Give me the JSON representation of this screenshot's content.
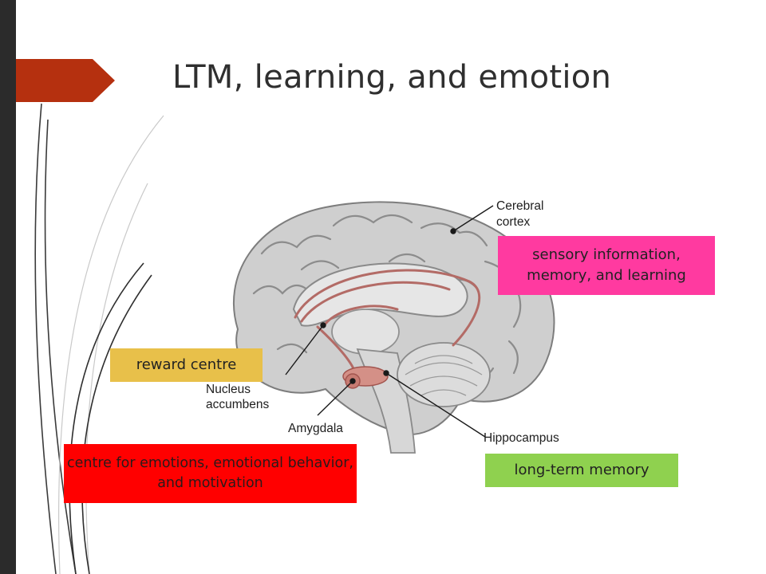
{
  "slide": {
    "title": "LTM, learning, and emotion",
    "accent_color": "#b5300f"
  },
  "diagram": {
    "labels": {
      "cerebral_cortex": [
        "Cerebral",
        "cortex"
      ],
      "nucleus_accumbens": [
        "Nucleus",
        "accumbens"
      ],
      "amygdala": "Amygdala",
      "hippocampus": "Hippocampus"
    },
    "callouts": {
      "reward": {
        "text": "reward centre",
        "color": "#e8c04a"
      },
      "sensory": {
        "text": "sensory information, memory, and learning",
        "color": "#ff3aa0"
      },
      "emotion": {
        "text": "centre for emotions, emotional behavior, and motivation",
        "color": "#ff0000"
      },
      "ltm": {
        "text": "long-term memory",
        "color": "#8fd14f"
      }
    }
  }
}
